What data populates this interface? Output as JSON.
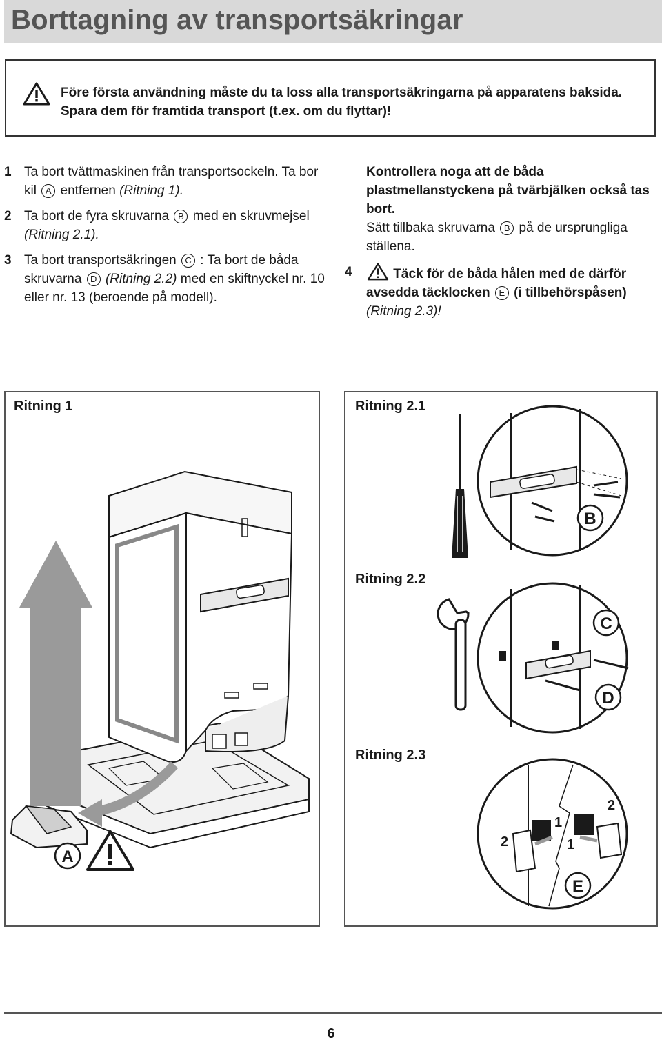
{
  "page": {
    "title": "Borttagning av transportsäkringar",
    "warning": "Före första användning måste du ta loss alla transportsäkringarna på apparatens baksida. Spara dem för framtida transport (t.ex. om du flyttar)!",
    "page_number": "6"
  },
  "steps": [
    {
      "num": "1",
      "t1": "Ta bort tvättmaskinen från transportsockeln. Ta bor kil",
      "marker": "A",
      "t2": "entfernen",
      "ref": "(Ritning 1)."
    },
    {
      "num": "2",
      "t1": "Ta bort de fyra skruvarna",
      "marker": "B",
      "t2": "med en skruvmejsel",
      "ref": "(Ritning 2.1)."
    },
    {
      "num": "3",
      "t1": "Ta bort transportsäkringen",
      "marker": "C",
      "t2": ": Ta bort de båda skruvarna",
      "marker2": "D",
      "ref": "(Ritning 2.2)",
      "t3": "med en skiftnyckel nr. 10 eller nr. 13 (beroende på modell)."
    }
  ],
  "right": {
    "bold": "Kontrollera noga att de båda plastmellanstyckena på tvärbjälken också tas bort.",
    "text1": "Sätt tillbaka skruvarna",
    "marker": "B",
    "text2": "på de ursprungliga ställena.",
    "step4": {
      "num": "4",
      "bold1": "Täck för de båda hålen med de därför avsedda täcklocken",
      "marker": "E",
      "bold2": "(i tillbehörspåsen)",
      "ref": "(Ritning 2.3)!"
    }
  },
  "figures": {
    "fig1": {
      "label": "Ritning 1",
      "marker": "A"
    },
    "fig21": {
      "label": "Ritning 2.1",
      "marker": "B"
    },
    "fig22": {
      "label": "Ritning 2.2",
      "marker_c": "C",
      "marker_d": "D"
    },
    "fig23": {
      "label": "Ritning 2.3",
      "marker": "E",
      "n1a": "1",
      "n1b": "1",
      "n2a": "2",
      "n2b": "2"
    }
  }
}
